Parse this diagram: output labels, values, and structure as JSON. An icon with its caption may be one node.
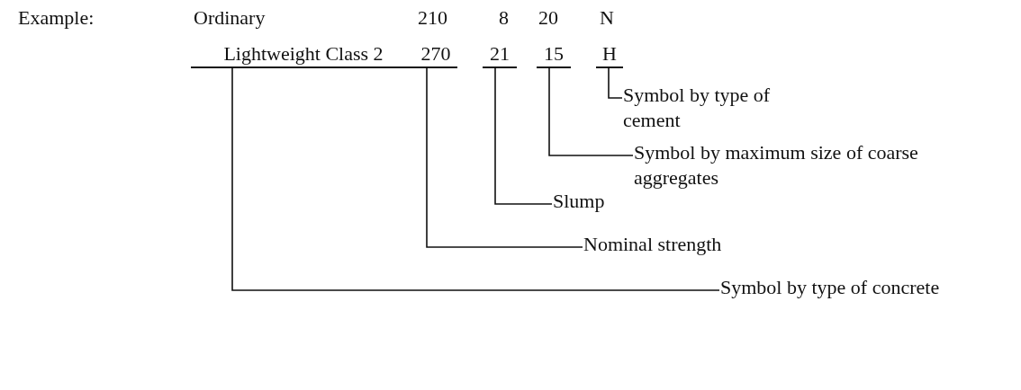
{
  "diagram": {
    "nodes": [
      {
        "text": [
          "Lightweight Class 2"
        ]
      },
      {
        "text": [
          "270"
        ]
      },
      {
        "text": [
          "21"
        ]
      },
      {
        "text": [
          "15"
        ]
      },
      {
        "text": [
          "H"
        ]
      },
      {
        "text": [
          "Symbol by type of cement"
        ]
      },
      {
        "text": [
          "Symbol by maximum size of coarse aggregates"
        ]
      },
      {
        "text": [
          "Slump"
        ]
      },
      {
        "text": [
          "Nominal strength"
        ]
      },
      {
        "text": [
          "Symbol by type of concrete"
        ]
      }
    ],
    "edges": [
      {
        "from": 4,
        "to": 5,
        "arrow": "none"
      },
      {
        "from": 3,
        "to": 6,
        "arrow": "none"
      },
      {
        "from": 2,
        "to": 7,
        "arrow": "none"
      },
      {
        "from": 1,
        "to": 8,
        "arrow": "none"
      },
      {
        "from": 0,
        "to": 9,
        "arrow": "none"
      }
    ],
    "labels": [
      "Example:",
      "Ordinary",
      "210",
      "8",
      "20",
      "N"
    ]
  }
}
